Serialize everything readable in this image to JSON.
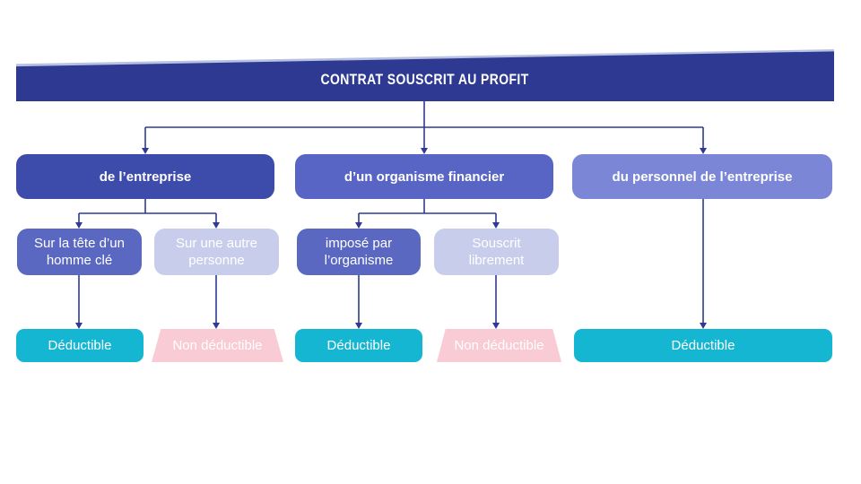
{
  "colors": {
    "banner": "#2e3a92",
    "banner-edge": "#b7c1e2",
    "line": "#2e3a96",
    "l2a": "#3d4bab",
    "l2b": "#5865c4",
    "l2c": "#7b87d6",
    "l3dark": "#5b68c2",
    "l3light": "#c7cdeb",
    "teal": "#14b6d2",
    "pink": "#f9cbd4"
  },
  "diagram": {
    "title": "CONTRAT SOUSCRIT AU PROFIT",
    "branches": [
      {
        "label": "de l’entreprise",
        "children": [
          {
            "label": "Sur la tête d’un homme clé",
            "result": "Déductible"
          },
          {
            "label": "Sur une autre personne",
            "result": "Non déductible"
          }
        ]
      },
      {
        "label": "d’un organisme financier",
        "children": [
          {
            "label": "imposé par l’organisme",
            "result": "Déductible"
          },
          {
            "label": "Souscrit librement",
            "result": "Non déductible"
          }
        ]
      },
      {
        "label": "du personnel de l’entreprise",
        "children": [],
        "result": "Déductible"
      }
    ]
  }
}
